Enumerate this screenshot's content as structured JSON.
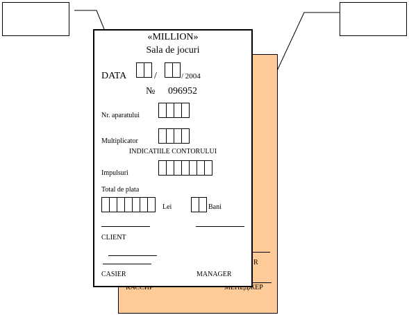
{
  "front": {
    "brand": "«MILLION»",
    "subtitle": "Sala de jocuri",
    "date_label": "DATA",
    "date_sep": "/",
    "date_year": "/ 2004",
    "number_symbol": "№",
    "number_value": "096952",
    "aparat_label": "Nr. aparatului",
    "mult_label": "Multiplicator",
    "indicatii_label": "INDICATIILE CONTORULUI",
    "impulsuri_label": "Impulsuri",
    "total_label": "Total de plata",
    "lei_label": "Lei",
    "bani_label": "Bani",
    "client_label": "CLIENT",
    "casier_label": "CASIER",
    "manager_label": "MANAGER"
  },
  "back": {
    "kassir_label": "КАССИР",
    "menedzher_label": "МЕНЕДЖЕР",
    "partial_r": "R"
  }
}
